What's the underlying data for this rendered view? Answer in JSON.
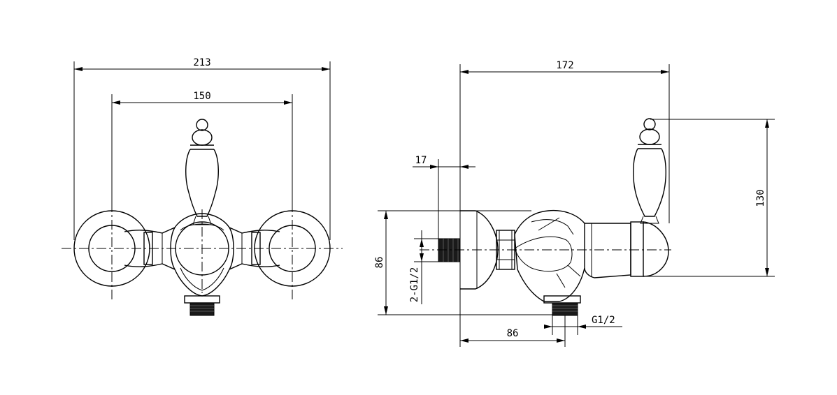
{
  "front_view": {
    "overall_width": "213",
    "centers_width": "150"
  },
  "side_view": {
    "projection": "172",
    "pipe_spacing": "17",
    "body_height": "86",
    "inlet_thread": "2-G1/2",
    "handle_height": "130",
    "outlet_offset": "86",
    "outlet_thread": "G1/2"
  }
}
